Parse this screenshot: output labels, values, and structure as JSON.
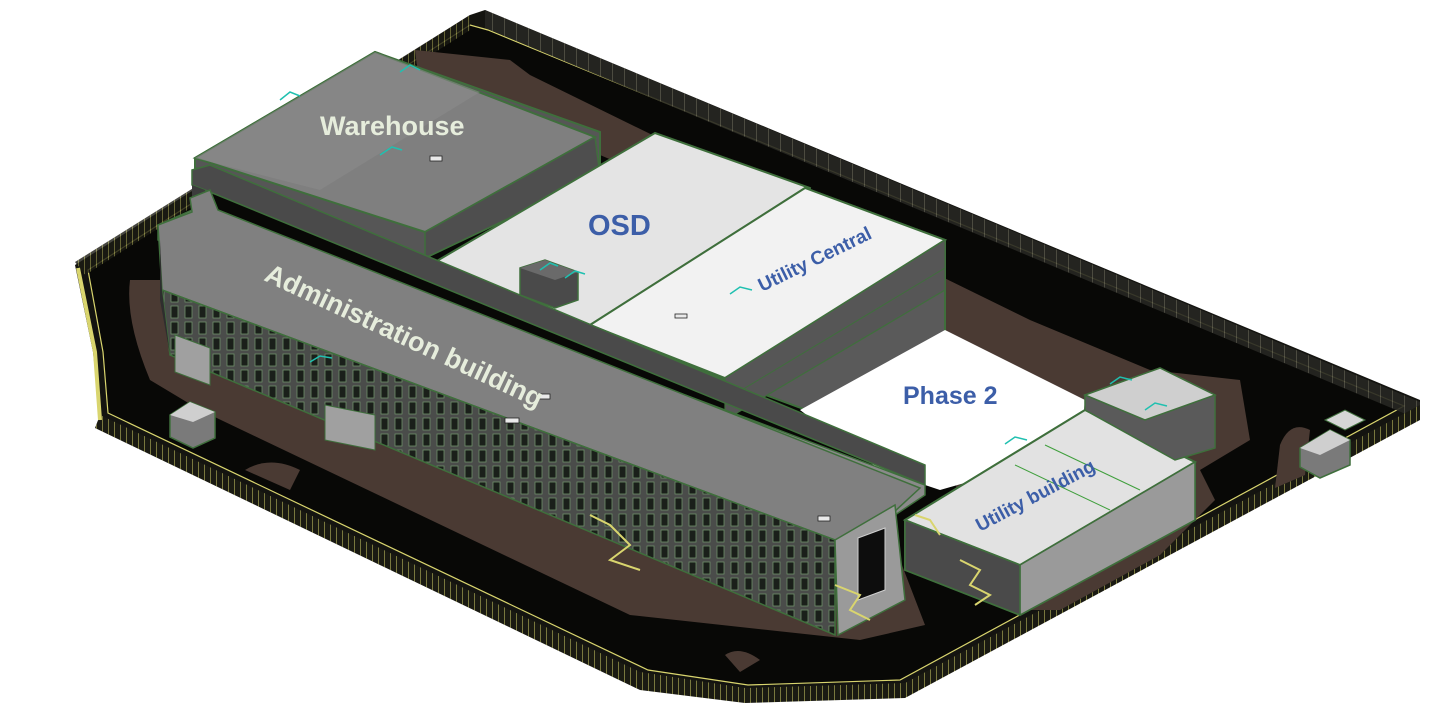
{
  "labels": {
    "warehouse": "Warehouse",
    "osd": "OSD",
    "utility_central": "Utility Central",
    "administration": "Administration building",
    "phase2": "Phase 2",
    "utility_building": "Utility building"
  },
  "colors": {
    "ground": "#0b0b09",
    "paving": "#4a3a33",
    "fence": "#e6e07a",
    "edge_green": "#3f6f3c",
    "roof_dark": "#7f7f7f",
    "roof_light": "#e6e6e6",
    "wall_dark": "#3e3e3e",
    "window": "#1c211c",
    "label_light": "#e6eddc",
    "label_blue": "#3c5ea8"
  },
  "icons": [
    "gps-marker-icon",
    "vent-fixture-icon"
  ]
}
